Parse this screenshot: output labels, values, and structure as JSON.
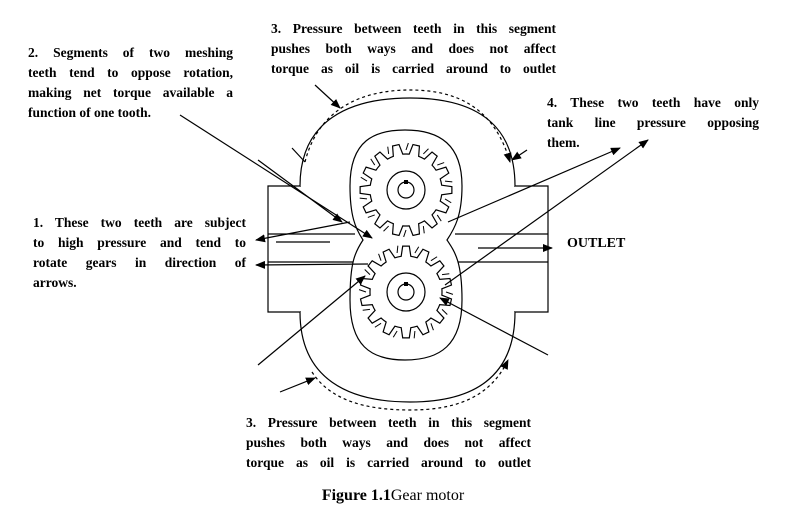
{
  "annotations": {
    "note_2": [
      "2. Segments of two meshing",
      "teeth tend to oppose rotation,",
      "making net torque available a",
      "function of one tooth."
    ],
    "note_3_top": [
      "3. Pressure between teeth in this segment",
      "pushes both ways and does not affect",
      "torque as oil is carried around to outlet"
    ],
    "note_4": [
      "4. These two teeth have only",
      "tank line pressure opposing",
      "them."
    ],
    "note_1": [
      "1. These two teeth are subject",
      "to high pressure and tend to",
      "rotate gears in direction of",
      "arrows."
    ],
    "note_3_bottom": [
      "3. Pressure between teeth in this segment",
      "pushes both ways and does not affect",
      "torque as oil is carried around to outlet"
    ]
  },
  "labels": {
    "outlet": "OUTLET"
  },
  "caption": {
    "figure": "Figure 1.1",
    "text": "Gear motor"
  }
}
